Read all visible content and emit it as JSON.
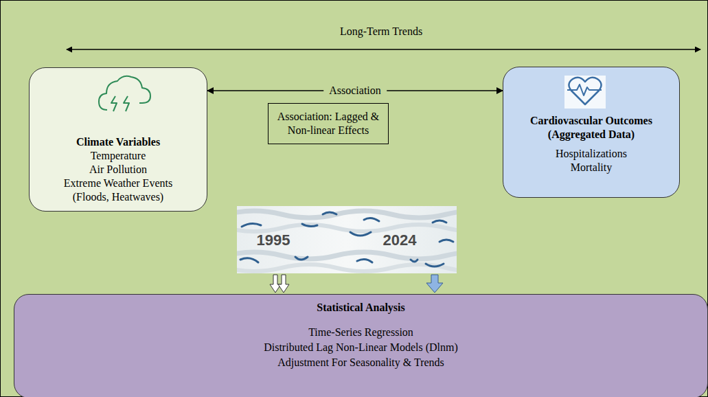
{
  "diagram": {
    "nodes": [
      {
        "text": [
          "Climate Variables",
          "Temperature",
          "Air Pollution",
          "Extreme Weather Events",
          "(Floods, Heatwaves)"
        ]
      },
      {
        "text": [
          "Cardiovascular Outcomes (Aggregated Data)",
          "Hospitalizations",
          "Mortality"
        ]
      },
      {
        "text": [
          "Association: Lagged & Non-linear Effects"
        ]
      },
      {
        "text": [
          "Statistical Analysis",
          "Time-Series Regression",
          "Distributed Lag Non-Linear Models (Dlnm)",
          "Adjustment For Seasonality & Trends"
        ]
      }
    ],
    "edges": [
      {
        "from": 0,
        "to": 1,
        "label": "Association",
        "arrow": "both"
      }
    ],
    "labels": [
      "Long-Term Trends",
      "1995",
      "2024"
    ]
  }
}
